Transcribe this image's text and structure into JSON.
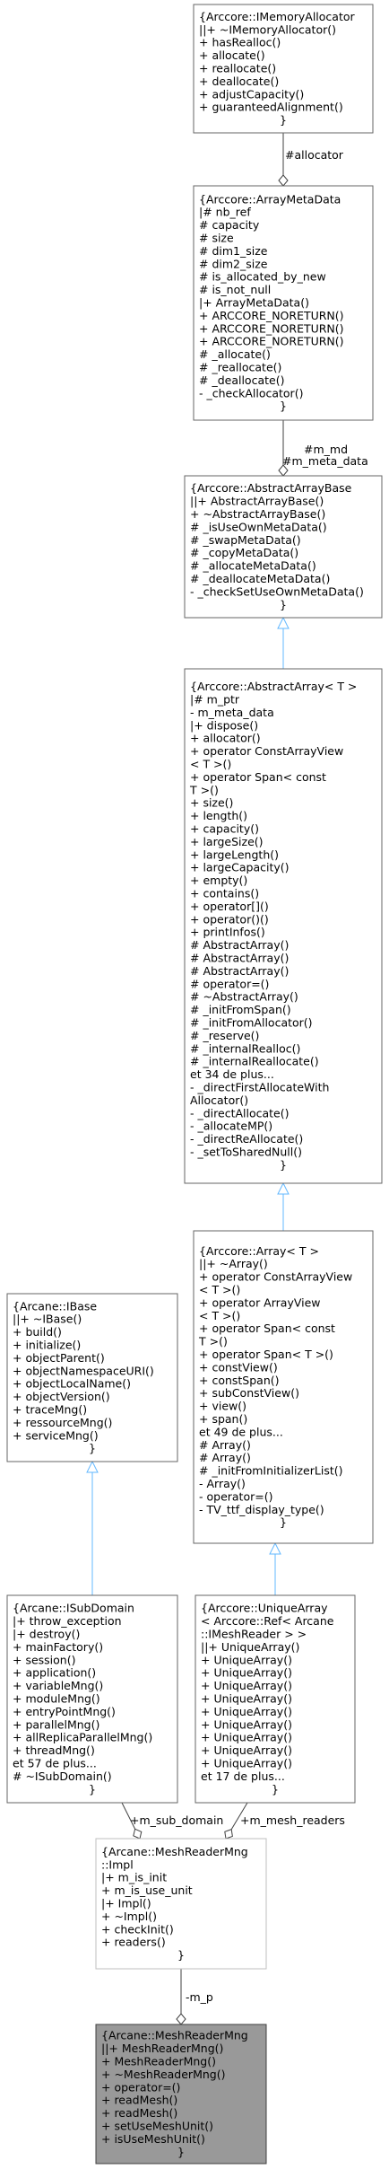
{
  "nodes": [
    {
      "id": "imemoryallocator",
      "border": "#666666",
      "fill": "#ffffff",
      "lines": [
        "{Arccore::IMemoryAllocator",
        "||+ ~IMemoryAllocator()",
        "+ hasRealloc()",
        "+ allocate()",
        "+ reallocate()",
        "+ deallocate()",
        "+ adjustCapacity()",
        "+ guaranteedAlignment()",
        "}"
      ]
    },
    {
      "id": "arraymetadata",
      "border": "#666666",
      "fill": "#ffffff",
      "lines": [
        "{Arccore::ArrayMetaData",
        "|# nb_ref",
        "# capacity",
        "# size",
        "# dim1_size",
        "# dim2_size",
        "# is_allocated_by_new",
        "# is_not_null",
        "|+ ArrayMetaData()",
        "+ ARCCORE_NORETURN()",
        "+ ARCCORE_NORETURN()",
        "+ ARCCORE_NORETURN()",
        "# _allocate()",
        "# _reallocate()",
        "# _deallocate()",
        "- _checkAllocator()",
        "}"
      ]
    },
    {
      "id": "abstractarraybase",
      "border": "#666666",
      "fill": "#ffffff",
      "lines": [
        "{Arccore::AbstractArrayBase",
        "||+ AbstractArrayBase()",
        "+ ~AbstractArrayBase()",
        "# _isUseOwnMetaData()",
        "# _swapMetaData()",
        "# _copyMetaData()",
        "# _allocateMetaData()",
        "# _deallocateMetaData()",
        "- _checkSetUseOwnMetaData()",
        "}"
      ]
    },
    {
      "id": "abstractarray",
      "border": "#666666",
      "fill": "#ffffff",
      "lines": [
        "{Arccore::AbstractArray< T >",
        "|# m_ptr",
        "- m_meta_data",
        "|+ dispose()",
        "+ allocator()",
        "+ operator ConstArrayView",
        "< T >()",
        "+ operator Span< const",
        " T >()",
        "+ size()",
        "+ length()",
        "+ capacity()",
        "+ largeSize()",
        "+ largeLength()",
        "+ largeCapacity()",
        "+ empty()",
        "+ contains()",
        "+ operator[]()",
        "+ operator()()",
        "+ printInfos()",
        "# AbstractArray()",
        "# AbstractArray()",
        "# AbstractArray()",
        "# operator=()",
        "# ~AbstractArray()",
        "# _initFromSpan()",
        "# _initFromAllocator()",
        "# _reserve()",
        "# _internalRealloc()",
        "# _internalReallocate()",
        "et 34 de plus...",
        "- _directFirstAllocateWith",
        "Allocator()",
        "- _directAllocate()",
        "- _allocateMP()",
        "- _directReAllocate()",
        "- _setToSharedNull()",
        "}"
      ]
    },
    {
      "id": "array",
      "border": "#666666",
      "fill": "#ffffff",
      "lines": [
        "{Arccore::Array< T >",
        "||+ ~Array()",
        "+ operator ConstArrayView",
        "< T >()",
        "+ operator ArrayView",
        "< T >()",
        "+ operator Span< const",
        " T >()",
        "+ operator Span< T >()",
        "+ constView()",
        "+ constSpan()",
        "+ subConstView()",
        "+ view()",
        "+ span()",
        "et 49 de plus...",
        "# Array()",
        "# Array()",
        "# _initFromInitializerList()",
        "- Array()",
        "- operator=()",
        "- TV_ttf_display_type()",
        "}"
      ]
    },
    {
      "id": "ibase",
      "border": "#666666",
      "fill": "#ffffff",
      "lines": [
        "{Arcane::IBase",
        "||+ ~IBase()",
        "+ build()",
        "+ initialize()",
        "+ objectParent()",
        "+ objectNamespaceURI()",
        "+ objectLocalName()",
        "+ objectVersion()",
        "+ traceMng()",
        "+ ressourceMng()",
        "+ serviceMng()",
        "}"
      ]
    },
    {
      "id": "isubdomain",
      "border": "#666666",
      "fill": "#ffffff",
      "lines": [
        "{Arcane::ISubDomain",
        "|+ throw_exception",
        "|+ destroy()",
        "+ mainFactory()",
        "+ session()",
        "+ application()",
        "+ variableMng()",
        "+ moduleMng()",
        "+ entryPointMng()",
        "+ parallelMng()",
        "+ allReplicaParallelMng()",
        "+ threadMng()",
        "et 57 de plus...",
        "# ~ISubDomain()",
        "}"
      ]
    },
    {
      "id": "uniquearray",
      "border": "#666666",
      "fill": "#ffffff",
      "lines": [
        "{Arccore::UniqueArray",
        "< Arccore::Ref< Arcane",
        "::IMeshReader > >",
        "||+ UniqueArray()",
        "+ UniqueArray()",
        "+ UniqueArray()",
        "+ UniqueArray()",
        "+ UniqueArray()",
        "+ UniqueArray()",
        "+ UniqueArray()",
        "+ UniqueArray()",
        "+ UniqueArray()",
        "+ UniqueArray()",
        "et 17 de plus...",
        "}"
      ]
    },
    {
      "id": "impl",
      "border": "#bfbfbf",
      "fill": "#ffffff",
      "lines": [
        "{Arcane::MeshReaderMng",
        "::Impl",
        "|+ m_is_init",
        "+ m_is_use_unit",
        "|+ Impl()",
        "+ ~Impl()",
        "+ checkInit()",
        "+ readers()",
        "}"
      ]
    },
    {
      "id": "meshreadermng",
      "border": "#404040",
      "fill": "#999999",
      "lines": [
        "{Arcane::MeshReaderMng",
        "||+ MeshReaderMng()",
        "+ MeshReaderMng()",
        "+ ~MeshReaderMng()",
        "+ operator=()",
        "+ readMesh()",
        "+ readMesh()",
        "+ setUseMeshUnit()",
        "+ isUseMeshUnit()",
        "}"
      ]
    }
  ],
  "edges": [
    {
      "id": "alloc",
      "from": "imemoryallocator",
      "to": "arraymetadata",
      "kind": "composition",
      "color": "#404040",
      "labels": [
        "#allocator"
      ]
    },
    {
      "id": "meta",
      "from": "arraymetadata",
      "to": "abstractarraybase",
      "kind": "composition",
      "color": "#404040",
      "labels": [
        "#m_md",
        "#m_meta_data"
      ]
    },
    {
      "id": "inh1",
      "from": "abstractarraybase",
      "to": "abstractarray",
      "kind": "inheritance",
      "color": "#63b8ff",
      "labels": []
    },
    {
      "id": "inh2",
      "from": "abstractarray",
      "to": "array",
      "kind": "inheritance",
      "color": "#63b8ff",
      "labels": []
    },
    {
      "id": "inh3",
      "from": "ibase",
      "to": "isubdomain",
      "kind": "inheritance",
      "color": "#63b8ff",
      "labels": []
    },
    {
      "id": "inh4",
      "from": "array",
      "to": "uniquearray",
      "kind": "inheritance",
      "color": "#63b8ff",
      "labels": []
    },
    {
      "id": "subdom",
      "from": "isubdomain",
      "to": "impl",
      "kind": "composition",
      "color": "#404040",
      "labels": [
        "+m_sub_domain"
      ]
    },
    {
      "id": "readers",
      "from": "uniquearray",
      "to": "impl",
      "kind": "composition",
      "color": "#404040",
      "labels": [
        "+m_mesh_readers"
      ]
    },
    {
      "id": "mp",
      "from": "impl",
      "to": "meshreadermng",
      "kind": "composition",
      "color": "#404040",
      "labels": [
        "-m_p"
      ]
    }
  ]
}
